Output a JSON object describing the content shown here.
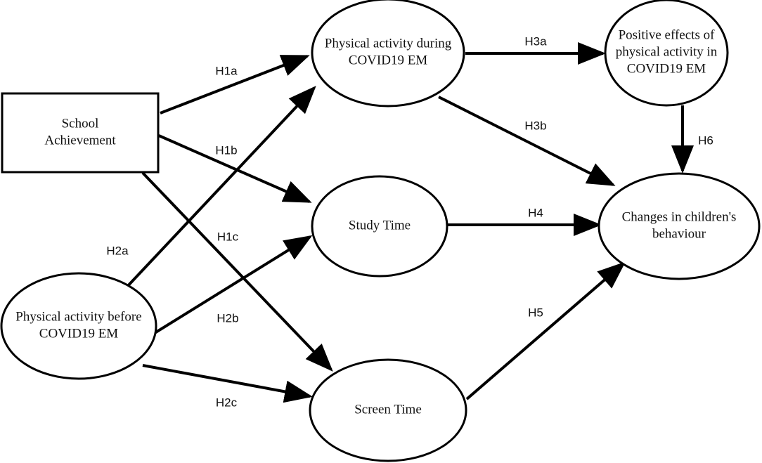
{
  "diagram": {
    "nodes": [
      {
        "id": "school",
        "shape": "rect",
        "lines": [
          "School",
          "Achievement"
        ]
      },
      {
        "id": "pa_during",
        "shape": "ellipse",
        "lines": [
          "Physical activity during",
          "COVID19 EM"
        ]
      },
      {
        "id": "positive",
        "shape": "ellipse",
        "lines": [
          "Positive effects of",
          "physical activity in",
          "COVID19 EM"
        ]
      },
      {
        "id": "study",
        "shape": "ellipse",
        "lines": [
          "Study Time"
        ]
      },
      {
        "id": "changes",
        "shape": "ellipse",
        "lines": [
          "Changes in children's",
          "behaviour"
        ]
      },
      {
        "id": "pa_before",
        "shape": "ellipse",
        "lines": [
          "Physical activity before",
          "COVID19 EM"
        ]
      },
      {
        "id": "screen",
        "shape": "ellipse",
        "lines": [
          "Screen Time"
        ]
      }
    ],
    "edges": [
      {
        "id": "h1a",
        "from": "school",
        "to": "pa_during",
        "label": "H1a"
      },
      {
        "id": "h1b",
        "from": "school",
        "to": "study",
        "label": "H1b"
      },
      {
        "id": "h1c",
        "from": "school",
        "to": "screen",
        "label": "H1c"
      },
      {
        "id": "h2a",
        "from": "pa_before",
        "to": "pa_during",
        "label": "H2a"
      },
      {
        "id": "h2b",
        "from": "pa_before",
        "to": "study",
        "label": "H2b"
      },
      {
        "id": "h2c",
        "from": "pa_before",
        "to": "screen",
        "label": "H2c"
      },
      {
        "id": "h3a",
        "from": "pa_during",
        "to": "positive",
        "label": "H3a"
      },
      {
        "id": "h3b",
        "from": "pa_during",
        "to": "changes",
        "label": "H3b"
      },
      {
        "id": "h4",
        "from": "study",
        "to": "changes",
        "label": "H4"
      },
      {
        "id": "h5",
        "from": "screen",
        "to": "changes",
        "label": "H5"
      },
      {
        "id": "h6",
        "from": "positive",
        "to": "changes",
        "label": "H6"
      }
    ]
  }
}
